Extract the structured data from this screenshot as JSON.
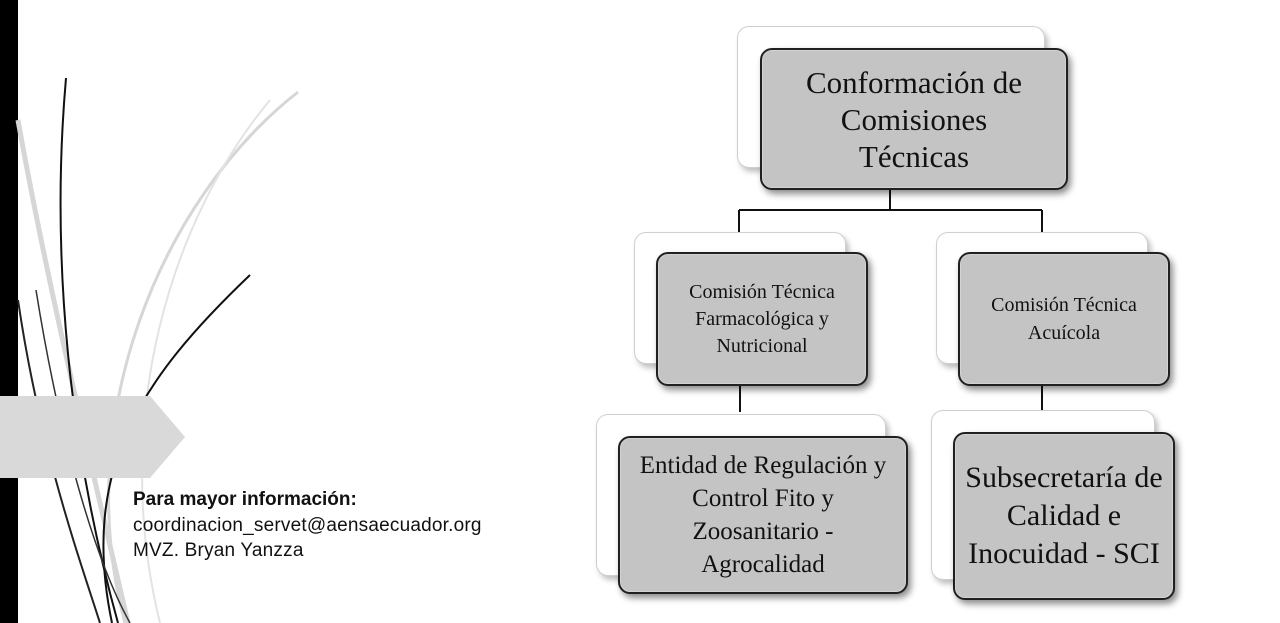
{
  "org_chart": {
    "root": "Conformación de Comisiones Técnicas",
    "left_commission": "Comisión Técnica Farmacológica y Nutricional",
    "right_commission": "Comisión Técnica Acuícola",
    "left_entity": "Entidad de Regulación y Control Fito y Zoosanitario - Agrocalidad",
    "right_entity": "Subsecretaría de Calidad e Inocuidad - SCI"
  },
  "contact": {
    "heading": "Para mayor información:",
    "email": "coordinacion_servet@aensaecuador.org",
    "name": "MVZ. Bryan Yanzza"
  },
  "colors": {
    "node_fill": "#c4c4c4",
    "node_border": "#202020",
    "accent_bar": "#000000"
  }
}
